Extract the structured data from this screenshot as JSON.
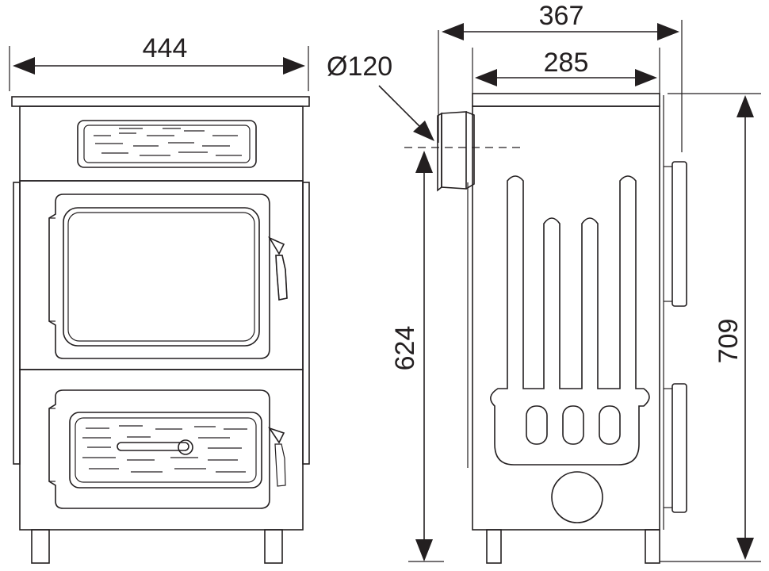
{
  "diagram": {
    "front_view": {
      "width_label": "444"
    },
    "side_view": {
      "depth_outer_label": "367",
      "depth_inner_label": "285",
      "flue_diameter_label": "Ø120",
      "flue_height_label": "624",
      "total_height_label": "709"
    }
  },
  "colors": {
    "line": "#231f20",
    "background": "#ffffff"
  }
}
